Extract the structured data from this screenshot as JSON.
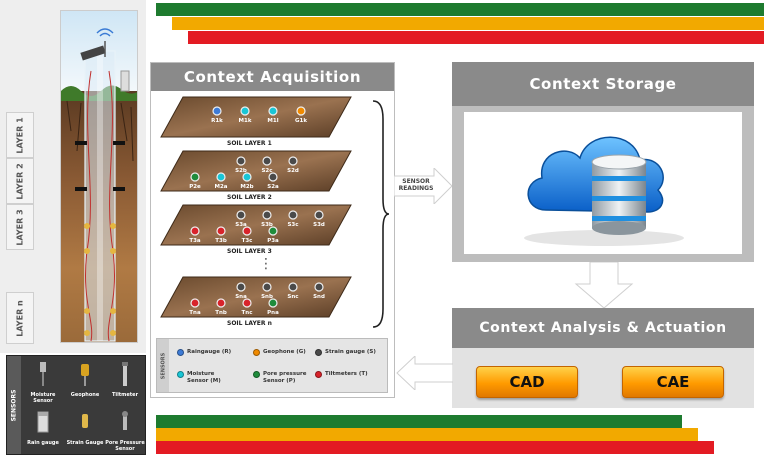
{
  "colors": {
    "green": "#1e7b2f",
    "yellow": "#f2a900",
    "red": "#e31b23",
    "panel_grey": "#8a8a8a",
    "accent_orange": "#ff9a00"
  },
  "layers": [
    "LAYER 1",
    "LAYER 2",
    "LAYER 3",
    "LAYER n"
  ],
  "sensors_panel": {
    "title": "SENSORS",
    "items": [
      {
        "label": "Moisture Sensor",
        "icon": "moisture-sensor-icon"
      },
      {
        "label": "Geophone",
        "icon": "geophone-icon"
      },
      {
        "label": "Tiltmeter",
        "icon": "tiltmeter-icon"
      },
      {
        "label": "Rain gauge",
        "icon": "rain-gauge-icon"
      },
      {
        "label": "Strain Gauge",
        "icon": "strain-gauge-icon"
      },
      {
        "label": "Pore Pressure Sensor",
        "icon": "pore-pressure-sensor-icon"
      }
    ]
  },
  "acquisition": {
    "title": "Context Acquisition",
    "soil_layers": [
      {
        "label": "SOIL LAYER 1",
        "nodes": [
          {
            "t": "R1k",
            "c": "#3d7bd6"
          },
          {
            "t": "M1k",
            "c": "#19c6d6"
          },
          {
            "t": "M1l",
            "c": "#19c6d6"
          },
          {
            "t": "G1k",
            "c": "#f08a00"
          }
        ]
      },
      {
        "label": "SOIL LAYER 2",
        "nodes": [
          {
            "t": "P2e",
            "c": "#1f8c3b"
          },
          {
            "t": "M2a",
            "c": "#19c6d6"
          },
          {
            "t": "M2b",
            "c": "#19c6d6"
          },
          {
            "t": "S2a",
            "c": "#4a4a4a"
          },
          {
            "t": "S2b",
            "c": "#4a4a4a"
          },
          {
            "t": "S2c",
            "c": "#4a4a4a"
          },
          {
            "t": "S2d",
            "c": "#4a4a4a"
          }
        ]
      },
      {
        "label": "SOIL LAYER 3",
        "nodes": [
          {
            "t": "T3a",
            "c": "#d8232a"
          },
          {
            "t": "T3b",
            "c": "#d8232a"
          },
          {
            "t": "T3c",
            "c": "#d8232a"
          },
          {
            "t": "P3a",
            "c": "#1f8c3b"
          },
          {
            "t": "S3a",
            "c": "#4a4a4a"
          },
          {
            "t": "S3b",
            "c": "#4a4a4a"
          },
          {
            "t": "S3c",
            "c": "#4a4a4a"
          },
          {
            "t": "S3d",
            "c": "#4a4a4a"
          }
        ]
      },
      {
        "label": "SOIL LAYER n",
        "nodes": [
          {
            "t": "Tna",
            "c": "#d8232a"
          },
          {
            "t": "Tnb",
            "c": "#d8232a"
          },
          {
            "t": "Tnc",
            "c": "#d8232a"
          },
          {
            "t": "Pna",
            "c": "#1f8c3b"
          },
          {
            "t": "Sna",
            "c": "#4a4a4a"
          },
          {
            "t": "Snb",
            "c": "#4a4a4a"
          },
          {
            "t": "Snc",
            "c": "#4a4a4a"
          },
          {
            "t": "Snd",
            "c": "#4a4a4a"
          }
        ]
      }
    ],
    "ellipsis": "⋮"
  },
  "legend": {
    "title": "SENSORS",
    "items": [
      {
        "label": "Raingauge (R)",
        "color": "#3d7bd6"
      },
      {
        "label": "Geophone (G)",
        "color": "#f08a00"
      },
      {
        "label": "Strain gauge (S)",
        "color": "#4a4a4a"
      },
      {
        "label": "Moisture Sensor (M)",
        "color": "#19c6d6"
      },
      {
        "label": "Pore pressure Sensor (P)",
        "color": "#1f8c3b"
      },
      {
        "label": "Tiltmeters (T)",
        "color": "#d8232a"
      }
    ]
  },
  "sensor_readings_label": "SENSOR READINGS",
  "storage": {
    "title": "Context Storage"
  },
  "analysis": {
    "title": "Context Analysis & Actuation",
    "cad_label": "CAD",
    "cae_label": "CAE"
  }
}
